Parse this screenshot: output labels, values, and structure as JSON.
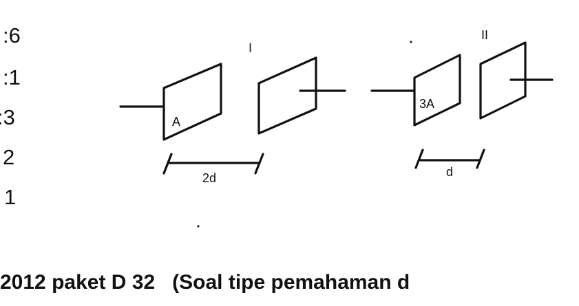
{
  "options": [
    ":6",
    ":1",
    ":3",
    "2",
    "1"
  ],
  "diagram": {
    "labels": {
      "setup_1": "I",
      "setup_2": "II",
      "plate_area_1": "A",
      "plate_area_2": "3A",
      "distance_1": "2d",
      "distance_2": "d"
    }
  },
  "footer": {
    "text": "2012 paket D 32   (Soal tipe pemahaman d"
  },
  "colors": {
    "ink": "#111111",
    "background": "#ffffff"
  }
}
